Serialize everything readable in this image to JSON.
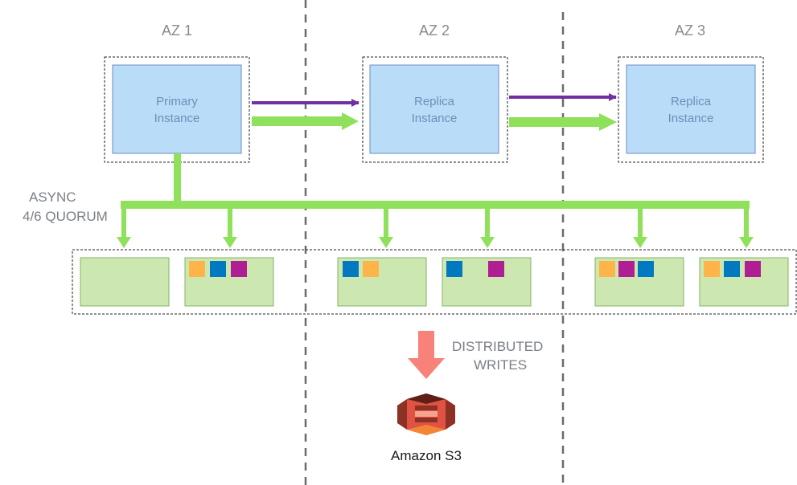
{
  "zones": [
    {
      "label": "AZ 1"
    },
    {
      "label": "AZ 2"
    },
    {
      "label": "AZ 3"
    }
  ],
  "instances": [
    {
      "line1": "Primary",
      "line2": "Instance"
    },
    {
      "line1": "Replica",
      "line2": "Instance"
    },
    {
      "line1": "Replica",
      "line2": "Instance"
    }
  ],
  "quorum_label": {
    "line1": "ASYNC",
    "line2": "4/6 QUORUM"
  },
  "writes_label": {
    "line1": "DISTRIBUTED",
    "line2": "WRITES"
  },
  "storage_label": "Amazon S3",
  "colors": {
    "instance_fill": "#b9dcf8",
    "instance_stroke": "#6c8ebf",
    "segment_fill": "#cce8b0",
    "segment_stroke": "#82b366",
    "green_arrow": "#8fe05a",
    "purple_arrow": "#7030a0",
    "write_arrow": "#f8827a",
    "page_orange": "#ffb449",
    "page_blue": "#0079c1",
    "page_magenta": "#b01e94",
    "s3_red": "#e05243",
    "s3_dark": "#8c3123"
  },
  "segments": [
    {
      "pages": []
    },
    {
      "pages": [
        "orange",
        "blue",
        "magenta"
      ]
    },
    {
      "pages": [
        "blue",
        "orange"
      ]
    },
    {
      "pages": [
        "blue",
        "",
        "magenta"
      ]
    },
    {
      "pages": [
        "orange",
        "magenta",
        "blue"
      ]
    },
    {
      "pages": [
        "orange",
        "blue",
        "magenta"
      ]
    }
  ]
}
